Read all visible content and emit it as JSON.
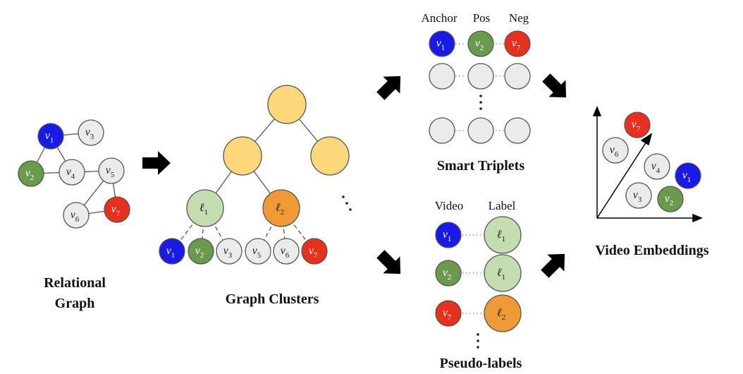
{
  "colors": {
    "blue": "#1a1ae6",
    "green": "#6a9a4c",
    "red": "#e8301e",
    "gray": "#ebebeb",
    "yellow": "#fcd87a",
    "light_green": "#c3ddb0",
    "orange": "#f09a36",
    "stroke": "#555555"
  },
  "labels": {
    "relational_graph_line1": "Relational",
    "relational_graph_line2": "Graph",
    "graph_clusters": "Graph Clusters",
    "smart_triplets": "Smart Triplets",
    "pseudo_labels": "Pseudo-labels",
    "video_embeddings": "Video Embeddings",
    "anchor": "Anchor",
    "pos": "Pos",
    "neg": "Neg",
    "video": "Video",
    "label": "Label"
  },
  "nodes": {
    "v_letter": "v",
    "ell_letter": "ℓ",
    "v1": "1",
    "v2": "2",
    "v3": "3",
    "v4": "4",
    "v5": "5",
    "v6": "6",
    "v7": "7",
    "l1": "1",
    "l2": "2"
  }
}
